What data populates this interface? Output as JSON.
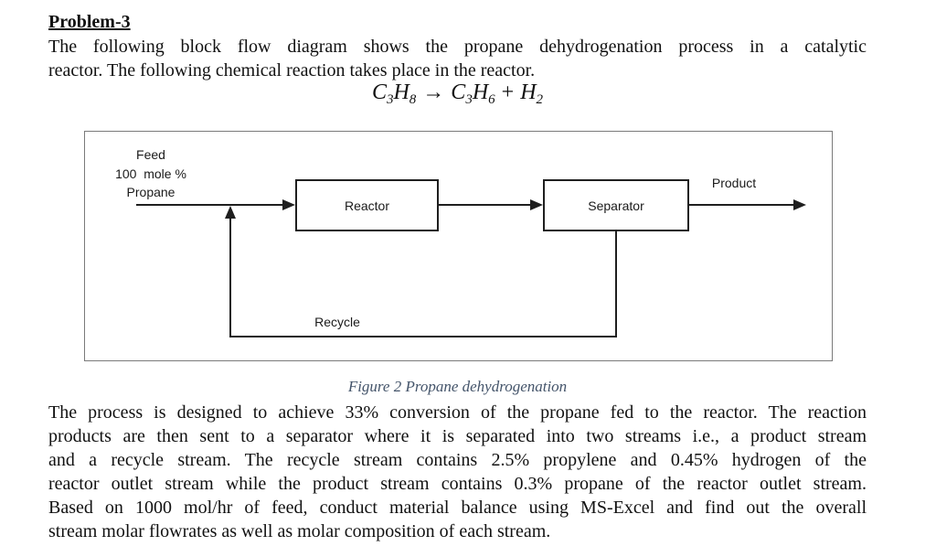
{
  "document": {
    "title": "Problem-3",
    "intro_lines": [
      "The following block flow diagram shows the propane dehydrogenation process in a catalytic",
      "reactor. The following chemical reaction takes place in the reactor."
    ],
    "equation_parts": [
      "C",
      "3",
      "H",
      "8",
      "→",
      "C",
      "3",
      "H",
      "6",
      "+",
      "H",
      "2"
    ],
    "figure_caption": "Figure 2 Propane dehydrogenation",
    "body_lines": [
      "The process is designed to achieve 33% conversion of the propane fed to the reactor. The reaction",
      "products are then sent to a separator where it is separated into two streams i.e., a product stream",
      "and a recycle stream. The recycle stream contains 2.5% propylene and 0.45% hydrogen of the",
      "reactor outlet stream while the product stream contains 0.3% propane of the reactor outlet stream.",
      "Based on 1000 mol/hr of feed, conduct material balance using MS-Excel and find out the overall",
      "stream molar flowrates as well as molar composition of each stream."
    ]
  },
  "diagram": {
    "feed_label_lines": [
      "Feed",
      "100  mole %",
      "Propane"
    ],
    "reactor_label": "Reactor",
    "separator_label": "Separator",
    "product_label": "Product",
    "recycle_label": "Recycle"
  },
  "colors": {
    "text": "#111111",
    "caption": "#44546A",
    "diagram_border": "#7a7a7a",
    "line": "#1f1f1f",
    "background": "#ffffff"
  }
}
